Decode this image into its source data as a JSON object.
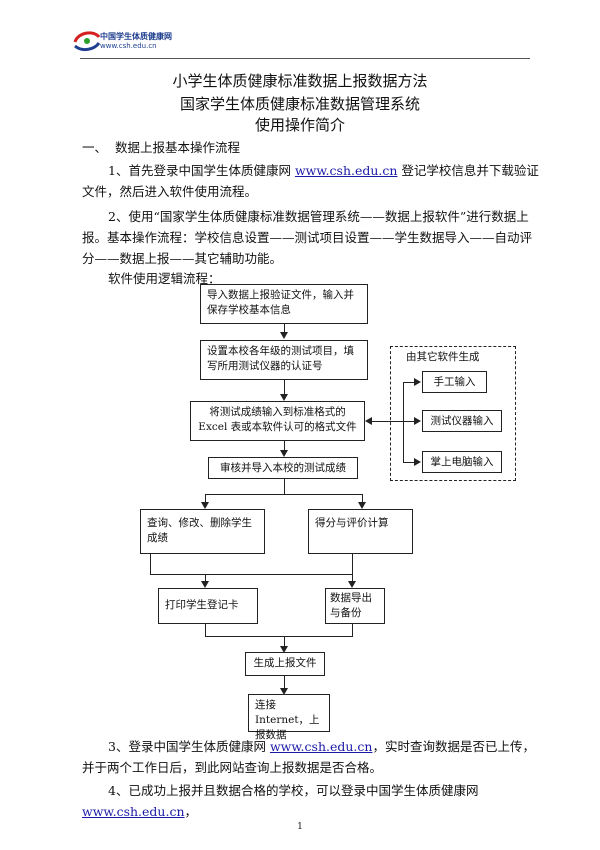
{
  "header": {
    "logo_text": "中国学生体质健康网",
    "logo_url": "www.csh.edu.cn"
  },
  "titles": {
    "line1": "小学生体质健康标准数据上报数据方法",
    "line2": "国家学生体质健康标准数据管理系统",
    "line3": "使用操作简介"
  },
  "section1": {
    "number": "一、",
    "title": "数据上报基本操作流程"
  },
  "paragraphs": {
    "p1_a": "1、首先登录中国学生体质健康网 ",
    "p1_link": "www.csh.edu.cn",
    "p1_b": " 登记学校信息并下载验证文件，然后进入软件使用流程。",
    "p2": "2、使用“国家学生体质健康标准数据管理系统——数据上报软件”进行数据上报。基本操作流程：学校信息设置——测试项目设置——学生数据导入——自动评分——数据上报——其它辅助功能。",
    "p2_c": "软件使用逻辑流程：",
    "p3_a": "3、登录中国学生体质健康网 ",
    "p3_link": "www.csh.edu.cn",
    "p3_b": "，实时查询数据是否已上传，并于两个工作日后，到此网站查询上报数据是否合格。",
    "p4_a": "4、已成功上报并且数据合格的学校，可以登录中国学生体质健康网",
    "p4_link": "www.csh.edu.cn",
    "p4_b": "，"
  },
  "flowchart": {
    "box1": "导入数据上报验证文件，输入并保存学校基本信息",
    "box2": "设置本校各年级的测试项目，填写所用测试仪器的认证号",
    "box3": "将测试成绩输入到标准格式的Excel 表或本软件认可的格式文件",
    "box4": "审核并导入本校的测试成绩",
    "box5": "查询、修改、删除学生成绩",
    "box6": "得分与评价计算",
    "box7": "打印学生登记卡",
    "box8": "数据导出与备份",
    "box9": "生成上报文件",
    "box10": "连接 Internet，上报数据",
    "side_title": "由其它软件生成",
    "side1": "手工输入",
    "side2": "测试仪器输入",
    "side3": "掌上电脑输入"
  },
  "footer": {
    "page_number": "1"
  },
  "colors": {
    "link": "#1a1aa6",
    "logo": "#1f3f8f"
  }
}
